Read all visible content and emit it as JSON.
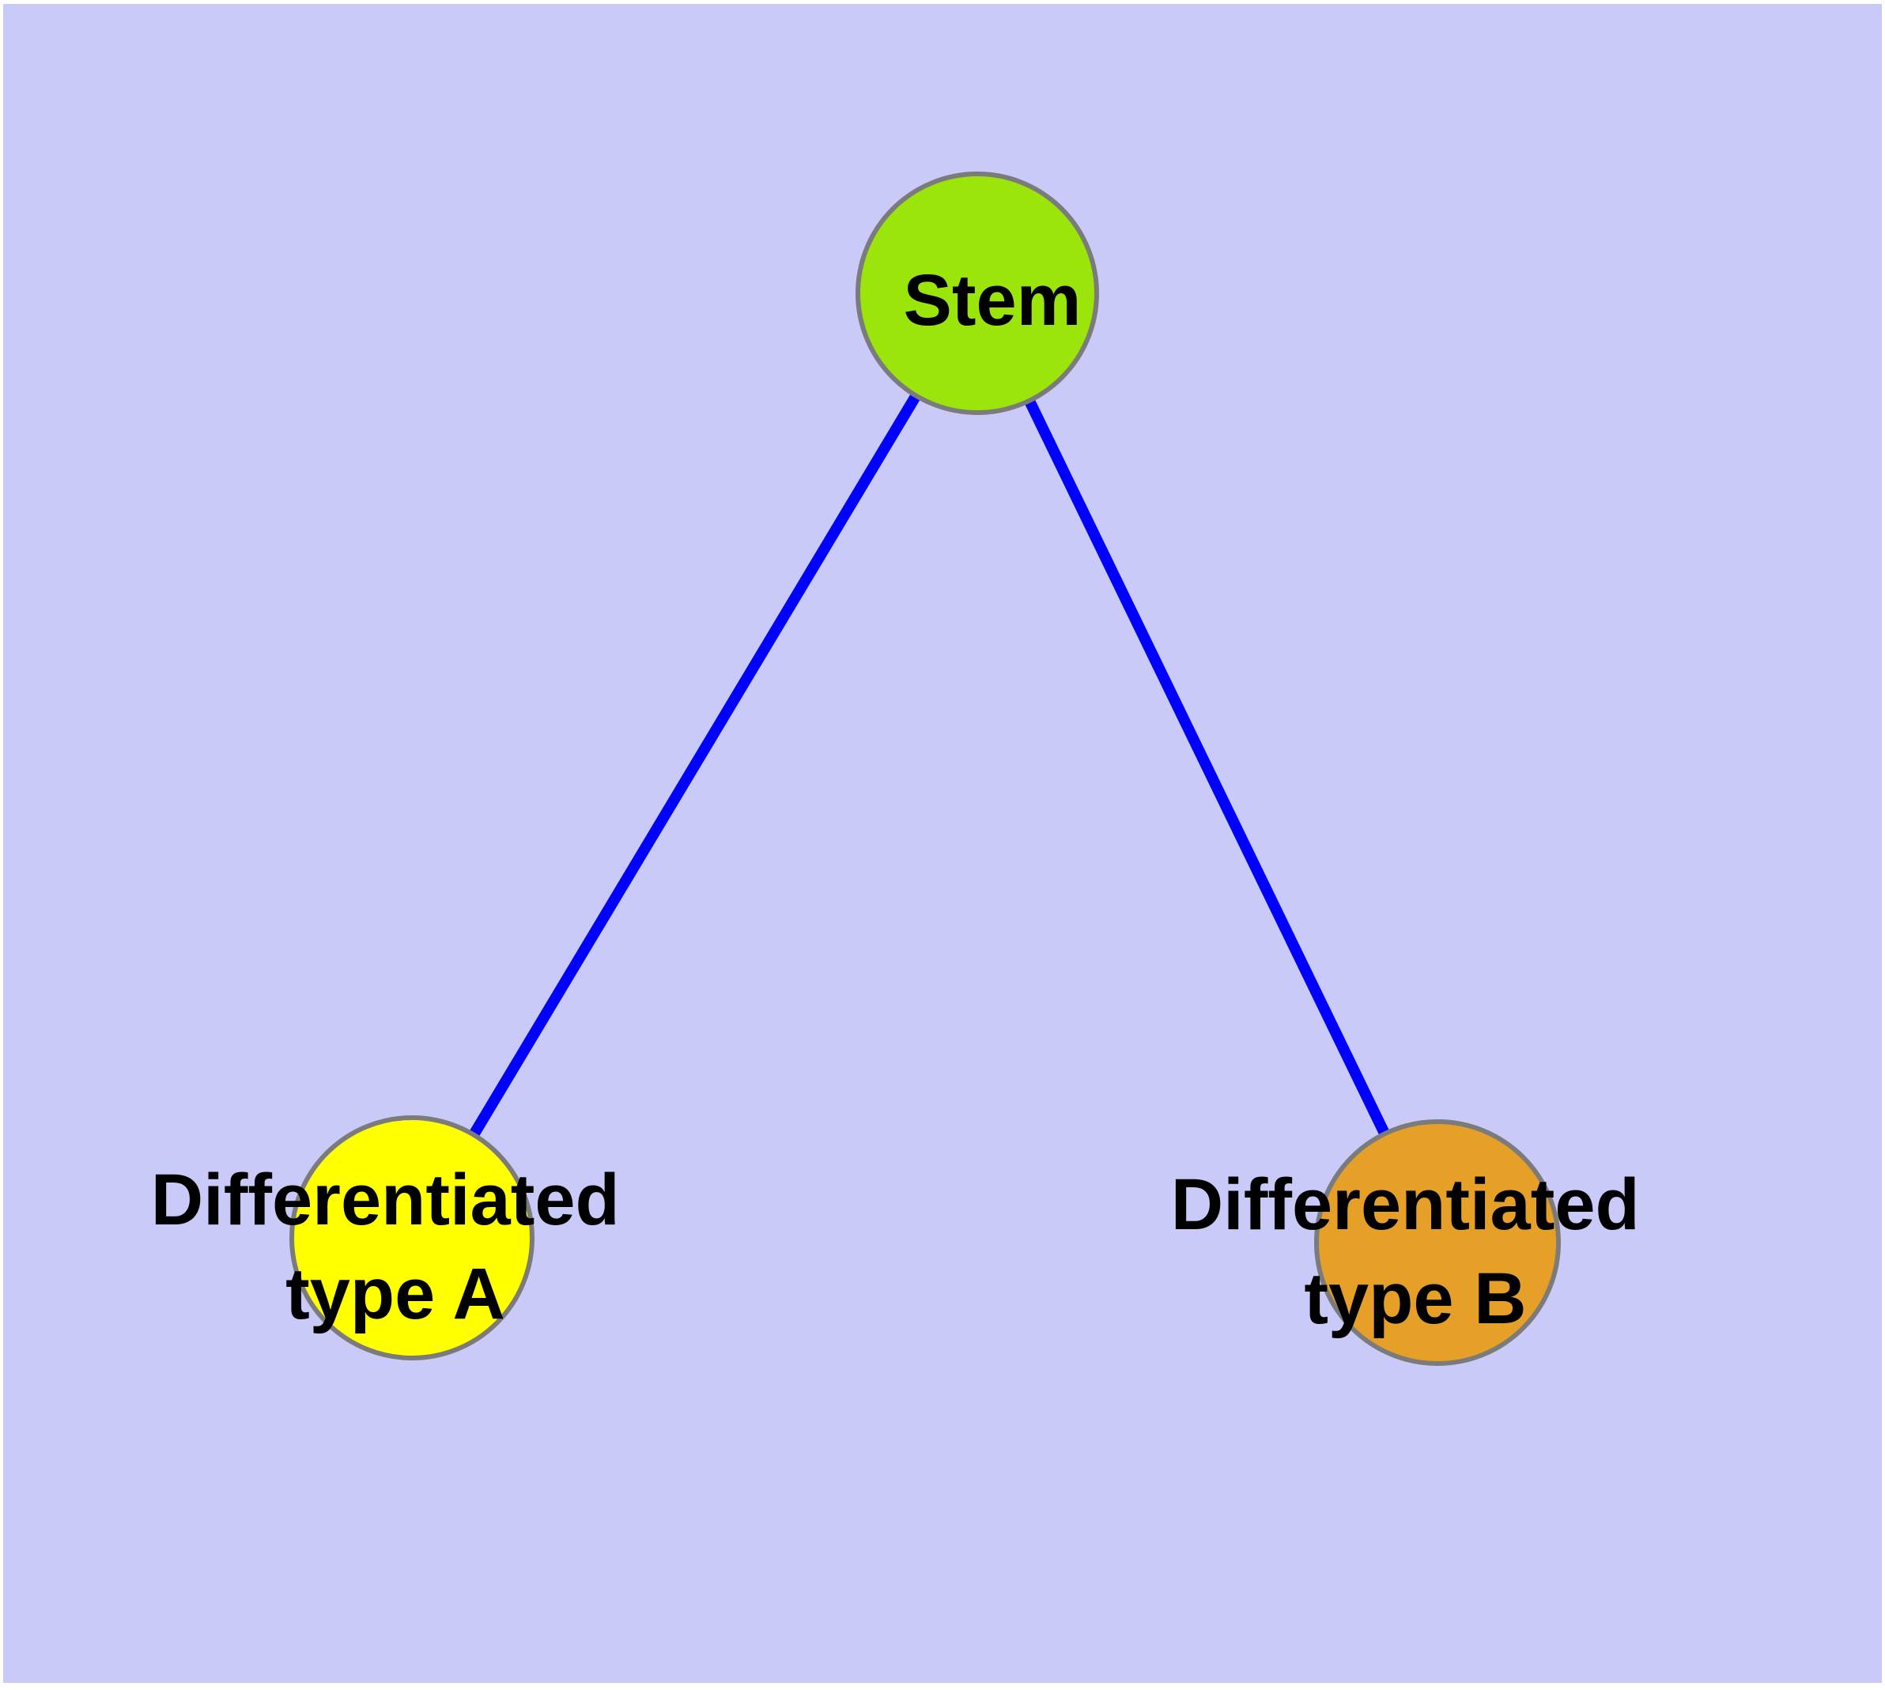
{
  "background": {
    "canvas_color": "#cacaf9",
    "page_margin_color": "#ffffff"
  },
  "diagram": {
    "type": "graph",
    "description": "Stem cell differentiation graph: one stem node connected to two differentiated cell type nodes",
    "edge_color": "#0000ff",
    "node_border_color": "#7b7b7b",
    "label_color": "#000000",
    "nodes": [
      {
        "id": "stem",
        "label": "Stem",
        "lines": [
          "Stem"
        ],
        "fill": "#9be50a"
      },
      {
        "id": "differentiated-type-a",
        "label": "Differentiated type A",
        "lines": [
          "Differentiated",
          "type A"
        ],
        "fill": "#ffff00"
      },
      {
        "id": "differentiated-type-b",
        "label": "Differentiated type B",
        "lines": [
          "Differentiated",
          "type B"
        ],
        "fill": "#e6a028"
      }
    ],
    "edges": [
      {
        "from": "Stem",
        "to": "Differentiated type A"
      },
      {
        "from": "Stem",
        "to": "Differentiated type B"
      }
    ]
  }
}
